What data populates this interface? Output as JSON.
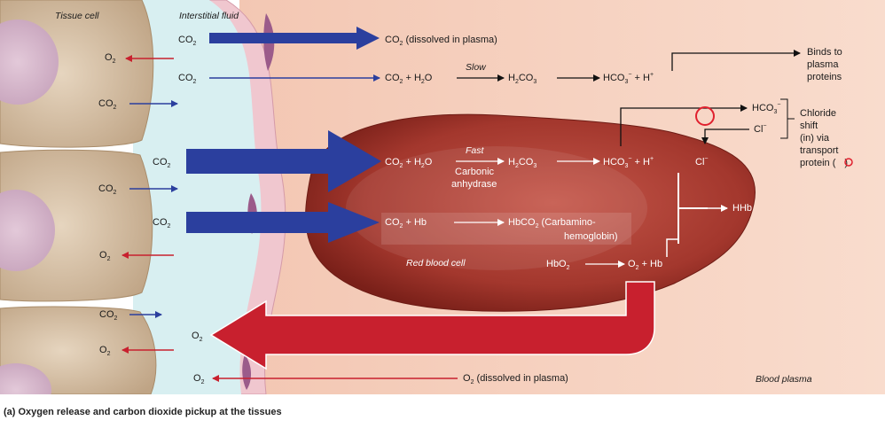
{
  "region_labels": {
    "tissue_cell": "Tissue cell",
    "interstitial_fluid": "Interstitial fluid",
    "red_blood_cell": "Red blood cell",
    "blood_plasma": "Blood plasma"
  },
  "labels": {
    "co2": "CO",
    "o2": "O",
    "sub2": "2",
    "sub3": "3",
    "dissolved_co2": " (dissolved in plasma)",
    "dissolved_o2": " (dissolved in plasma)",
    "plus_h2o": " + H",
    "h2o_o": "O",
    "h2": "H",
    "co": "CO",
    "hco": "HCO",
    "minus": "−",
    "plus_h": " + H",
    "plus": "+",
    "slow": "Slow",
    "fast": "Fast",
    "carbonic": "Carbonic",
    "anhydrase": "anhydrase",
    "binds1": "Binds to",
    "binds2": "plasma",
    "binds3": "proteins",
    "chloride1": "Chloride",
    "chloride2": "shift",
    "chloride3": "(in) via",
    "chloride4": "transport",
    "chloride5": "protein (",
    "chloride5b": ")",
    "cl": "Cl",
    "plus_hb": " + Hb",
    "hbco": "HbCO",
    "carbamino1": " (Carbamino-",
    "carbamino2": "hemoglobin)",
    "hhb": "HHb",
    "hbo": "HbO",
    "o2_plus_hb_o": "O",
    "o2_plus_hb_rest": " + Hb"
  },
  "caption": "(a) Oxygen release and carbon dioxide pickup at the tissues",
  "colors": {
    "tissue_cell": "#d8c3a8",
    "interstitial": "#d6eef0",
    "plasma": "#f6d3c0",
    "rbc": "#a8362c",
    "blue_arrow": "#2b3f9e",
    "red_arrow": "#c8202e",
    "transport_circle": "#e0202e"
  }
}
